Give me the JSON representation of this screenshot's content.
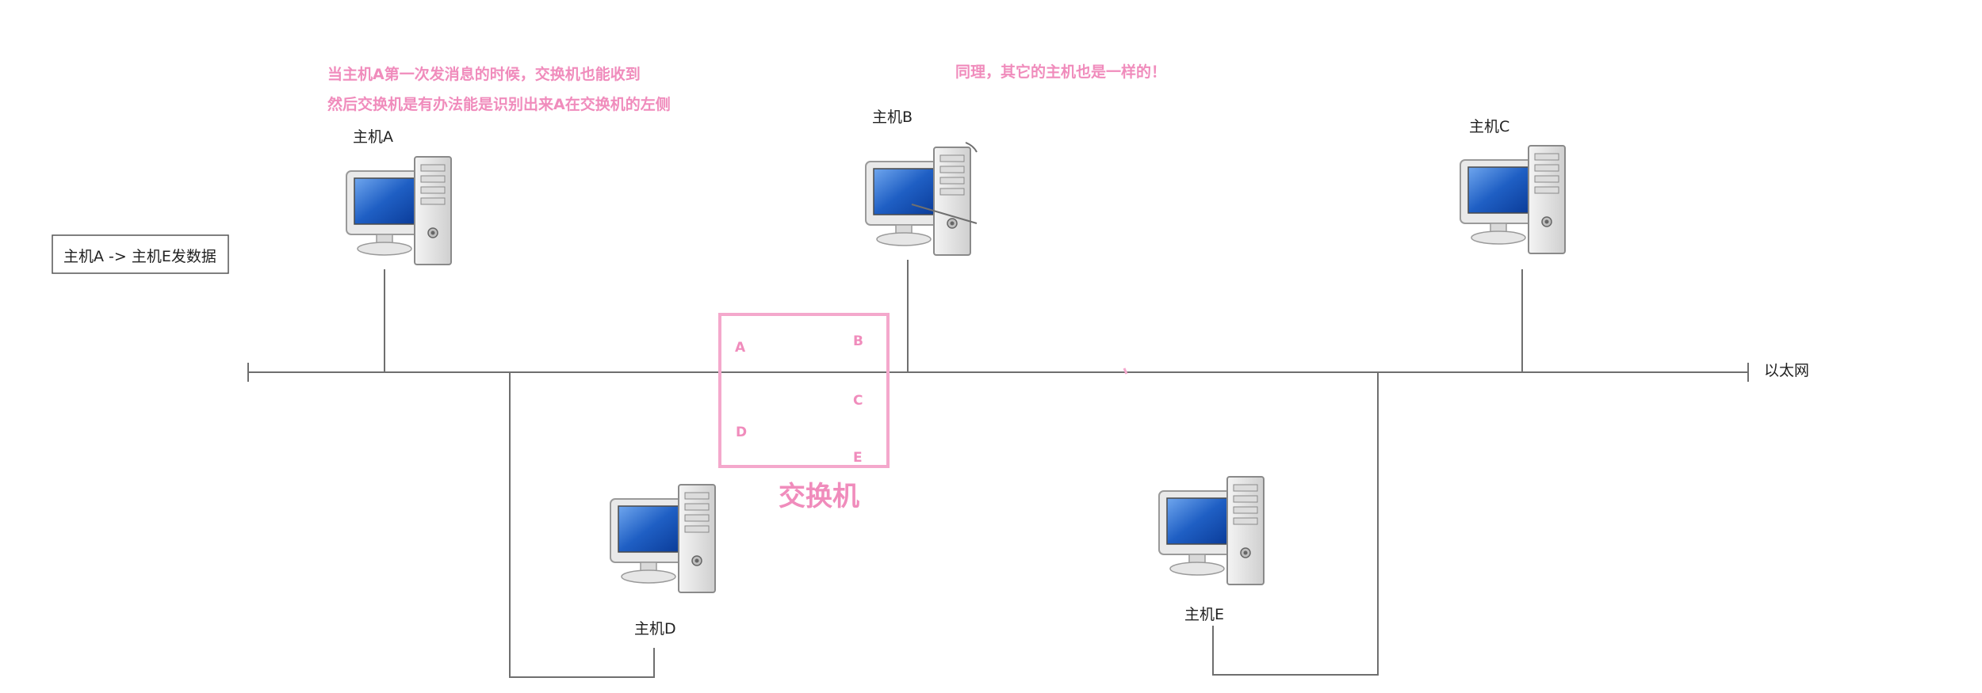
{
  "hosts": {
    "a": {
      "label": "主机A"
    },
    "b": {
      "label": "主机B"
    },
    "c": {
      "label": "主机C"
    },
    "d": {
      "label": "主机D"
    },
    "e": {
      "label": "主机E"
    }
  },
  "notes": {
    "host_a_line1": "当主机A第一次发消息的时候，交换机也能收到",
    "host_a_line2": "然后交换机是有办法能是识别出来A在交换机的左侧",
    "others": "同理，其它的主机也是一样的！"
  },
  "task_box": {
    "text": "主机A -> 主机E发数据"
  },
  "network": {
    "label": "以太网"
  },
  "switch": {
    "title": "交换机",
    "ports": {
      "a": "A",
      "b": "B",
      "c": "C",
      "d": "D",
      "e": "E"
    }
  },
  "colors": {
    "accent": "#f08cbc",
    "wire": "#6f6f6f",
    "screen": "#1f5fc4"
  }
}
